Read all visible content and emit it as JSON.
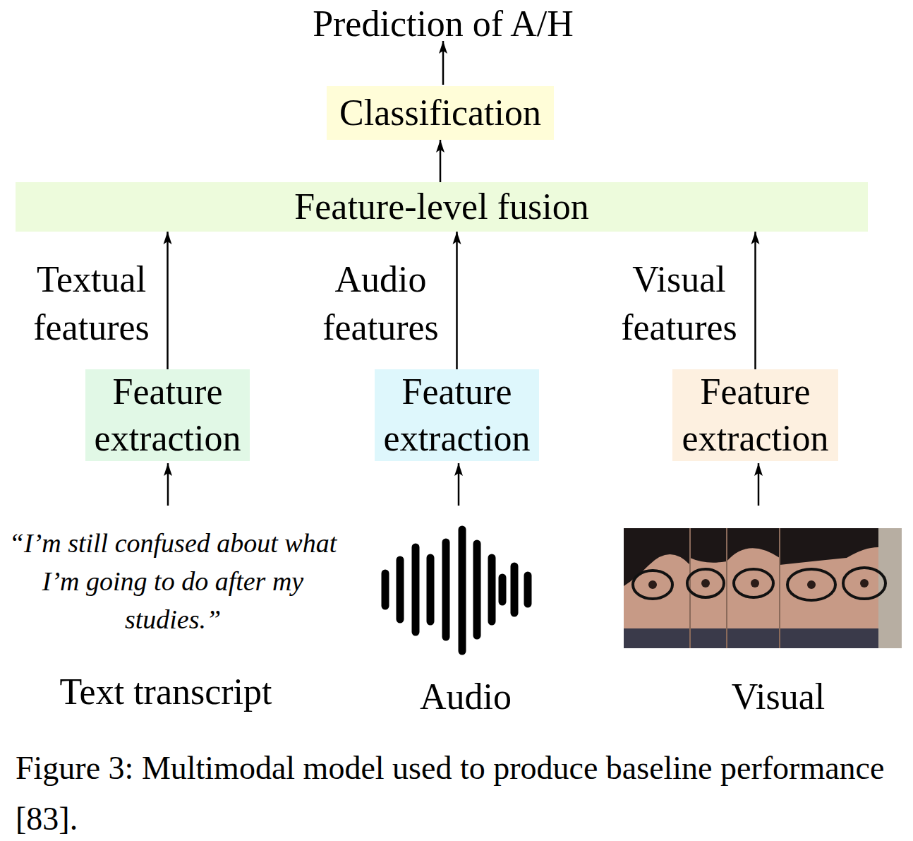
{
  "diagram": {
    "caption": "Figure 3: Multimodal model used to produce baseline performance [83].",
    "nodes": [
      {
        "text": [
          "Classification"
        ]
      },
      {
        "text": [
          "Feature-level fusion"
        ]
      },
      {
        "text": [
          "Feature extraction"
        ]
      },
      {
        "text": [
          "Feature extraction"
        ]
      },
      {
        "text": [
          "Feature extraction"
        ]
      }
    ],
    "edges": [
      {
        "from": 2,
        "to": 1,
        "label": "Textual features",
        "arrow": "to"
      },
      {
        "from": 3,
        "to": 1,
        "label": "Audio features",
        "arrow": "to"
      },
      {
        "from": 4,
        "to": 1,
        "label": "Visual features",
        "arrow": "to"
      },
      {
        "from": 1,
        "to": 0,
        "arrow": "to"
      }
    ],
    "labels": [
      "Prediction of A/H",
      "“I’m still confused about what I’m going to do after my studies.”",
      "Text transcript",
      "Audio",
      "Visual"
    ]
  }
}
